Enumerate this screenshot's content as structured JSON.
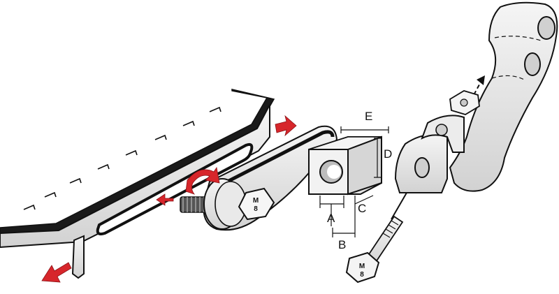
{
  "diagram": {
    "dimension_labels": {
      "a": "A",
      "b": "B",
      "c": "C",
      "d": "D",
      "e": "E"
    },
    "bolt_mark": {
      "line1": "M",
      "line2": "8"
    },
    "colors": {
      "arrow": "#d7262b",
      "outline": "#111111",
      "metal_fill": "#e6e6e6",
      "block_face": "#f0f0f0",
      "background": "#ffffff"
    }
  }
}
